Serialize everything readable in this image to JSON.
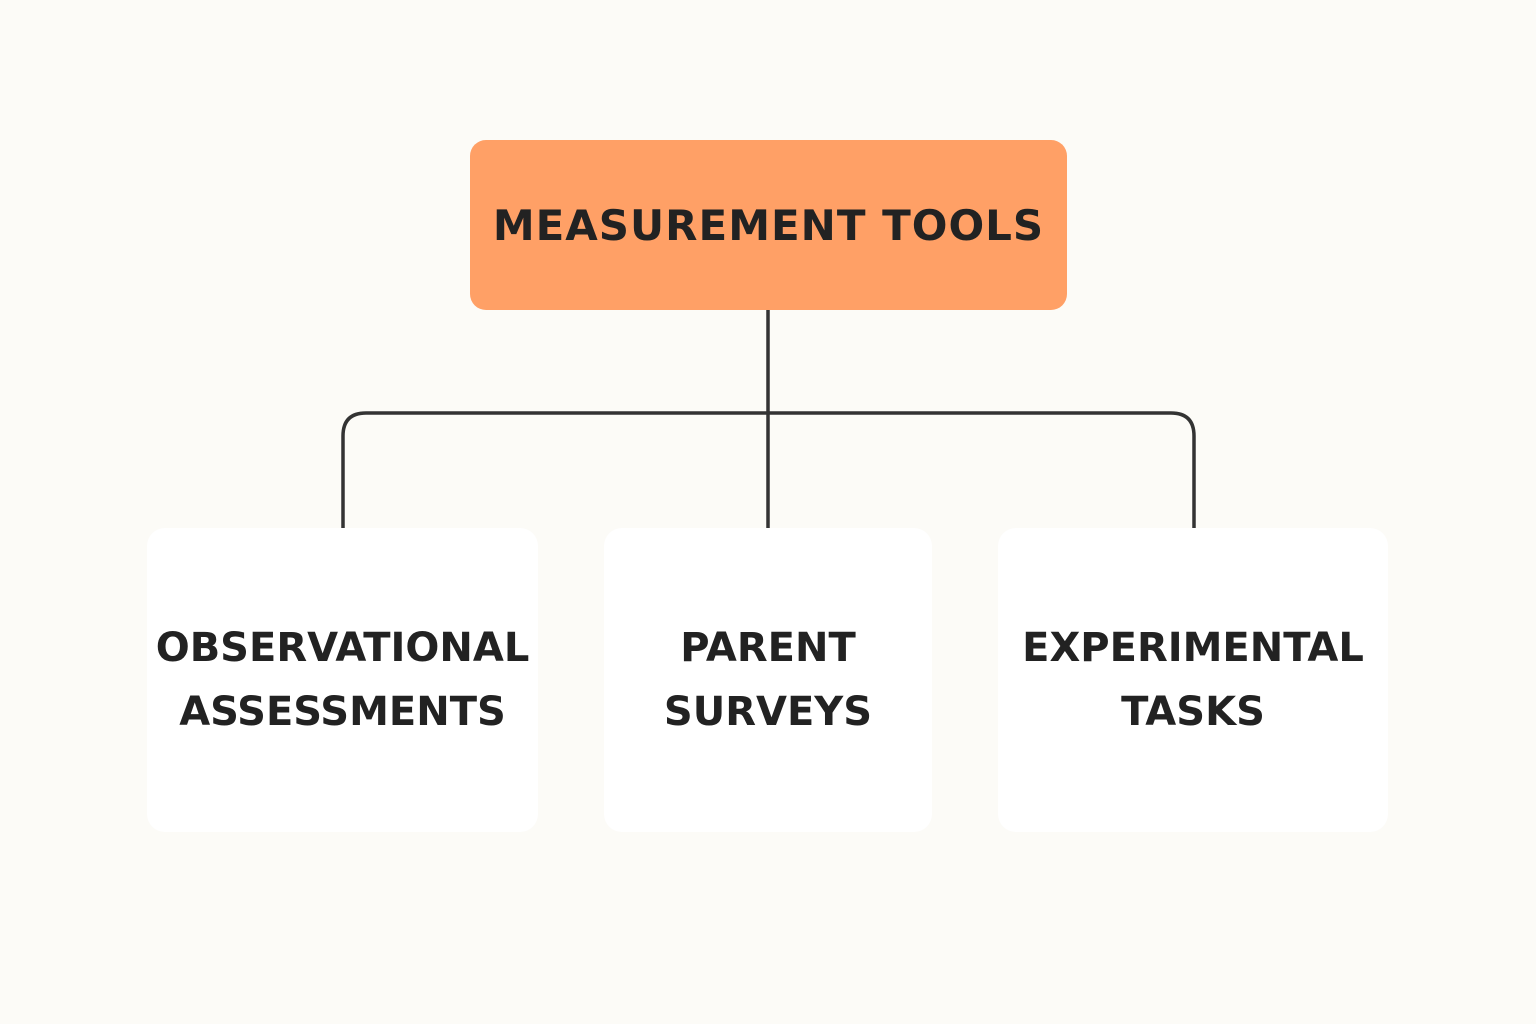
{
  "colors": {
    "background": "#fcfbf7",
    "root_fill": "#ffa066",
    "text": "#222222",
    "connector": "#333333",
    "child_fill": "#ffffff"
  },
  "root": {
    "label": "MEASUREMENT TOOLS"
  },
  "children": [
    {
      "line1": "OBSERVATIONAL",
      "line2": "ASSESSMENTS"
    },
    {
      "line1": "PARENT",
      "line2": "SURVEYS"
    },
    {
      "line1": "EXPERIMENTAL",
      "line2": "TASKS"
    }
  ]
}
